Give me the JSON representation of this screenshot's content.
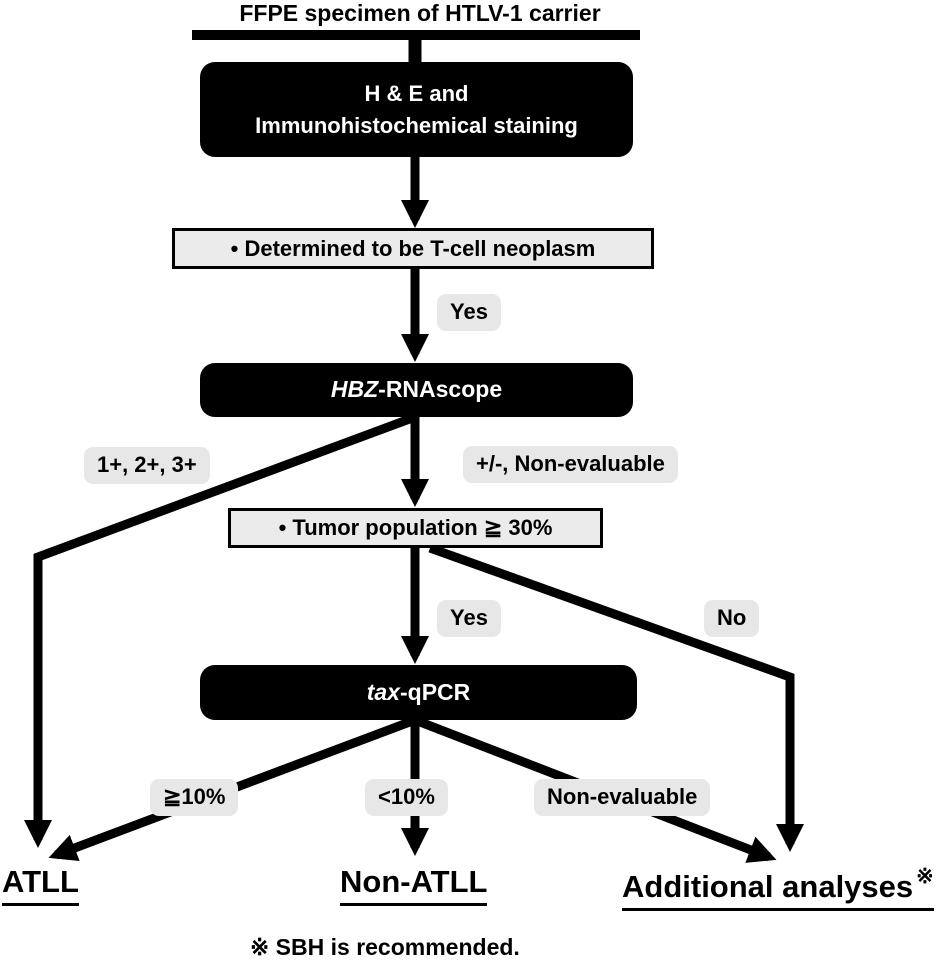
{
  "diagram": {
    "title": "FFPE specimen of HTLV-1 carrier",
    "nodes": {
      "staining": {
        "line1": "H & E and",
        "line2": "Immunohistochemical staining"
      },
      "tcell_check": {
        "text": "• Determined to be T-cell neoplasm"
      },
      "hbz": {
        "italic": "HBZ",
        "rest": "-RNAscope"
      },
      "tumor_check": {
        "text": "• Tumor population ≧ 30%"
      },
      "tax": {
        "italic": "tax",
        "rest": "-qPCR"
      }
    },
    "edge_labels": {
      "yes1": "Yes",
      "grades": "1+, 2+, 3+",
      "hbz_nonevaluable": "+/-, Non-evaluable",
      "yes2": "Yes",
      "no": "No",
      "ge10": "≧10%",
      "lt10": "<10%",
      "tax_nonevaluable": "Non-evaluable"
    },
    "outcomes": {
      "atll": "ATLL",
      "non_atll": "Non-ATLL",
      "additional": "Additional analyses",
      "additional_marker": "※"
    },
    "footnote": {
      "marker": "※",
      "text": "SBH is recommended."
    },
    "colors": {
      "node_fill": "#000000",
      "node_text": "#ffffff",
      "label_bg": "#e7e7e7",
      "check_fill": "#ebebeb",
      "line": "#000000",
      "background": "#ffffff"
    }
  }
}
